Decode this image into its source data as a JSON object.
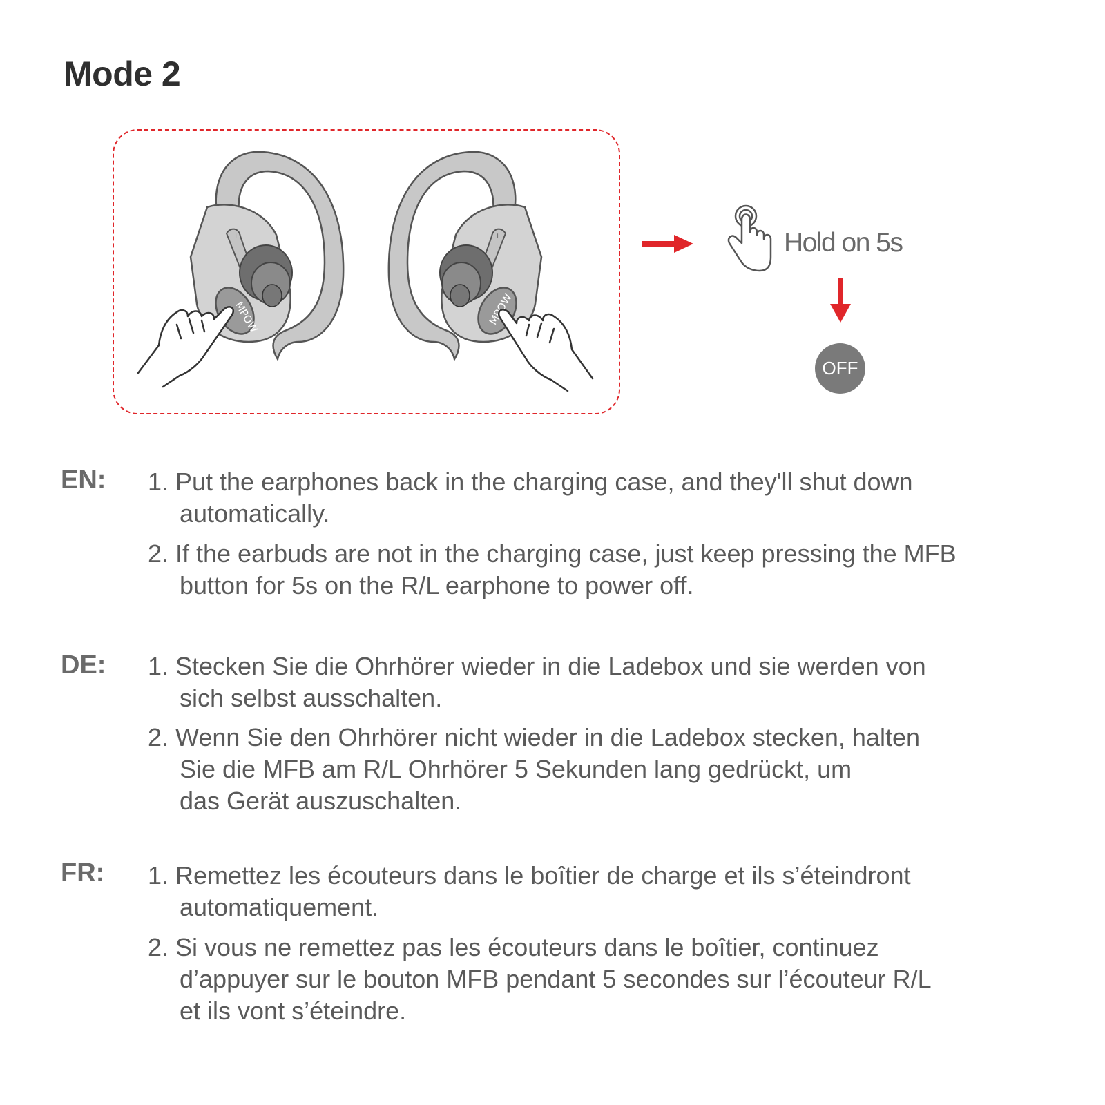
{
  "title": "Mode 2",
  "illustration": {
    "brand_mark": "MPOW",
    "action_label": "Hold on 5s",
    "result_badge": "OFF",
    "icons": [
      "earphone-left-pressed",
      "earphone-right-pressed",
      "arrow-right-icon",
      "tap-hand-icon",
      "arrow-down-icon"
    ],
    "accent_color": "#e0262a",
    "gray_color": "#7a7a7a"
  },
  "sections": [
    {
      "lang": "EN:",
      "items": [
        {
          "num": "1.",
          "lines": [
            "Put the earphones back in the charging case, and they'll shut down",
            "automatically."
          ]
        },
        {
          "num": "2.",
          "lines": [
            "If the earbuds are not in the charging case, just keep pressing the MFB",
            "button for 5s on the R/L earphone to power off."
          ]
        }
      ]
    },
    {
      "lang": "DE:",
      "items": [
        {
          "num": "1.",
          "lines": [
            "Stecken Sie die Ohrhörer wieder in die Ladebox und sie werden von",
            "sich selbst ausschalten."
          ]
        },
        {
          "num": "2.",
          "lines": [
            "Wenn Sie den Ohrhörer nicht wieder in die Ladebox stecken, halten",
            "Sie die MFB am R/L Ohrhörer 5 Sekunden lang gedrückt, um",
            "das Gerät auszuschalten."
          ]
        }
      ]
    },
    {
      "lang": "FR:",
      "items": [
        {
          "num": "1.",
          "lines": [
            "Remettez les écouteurs dans le boîtier de charge et ils s’éteindront",
            "automatiquement."
          ]
        },
        {
          "num": "2.",
          "lines": [
            "Si vous ne remettez pas les écouteurs dans le boîtier, continuez",
            "d’appuyer sur le bouton MFB pendant 5 secondes sur l’écouteur R/L",
            "et ils vont  s’éteindre."
          ]
        }
      ]
    }
  ]
}
